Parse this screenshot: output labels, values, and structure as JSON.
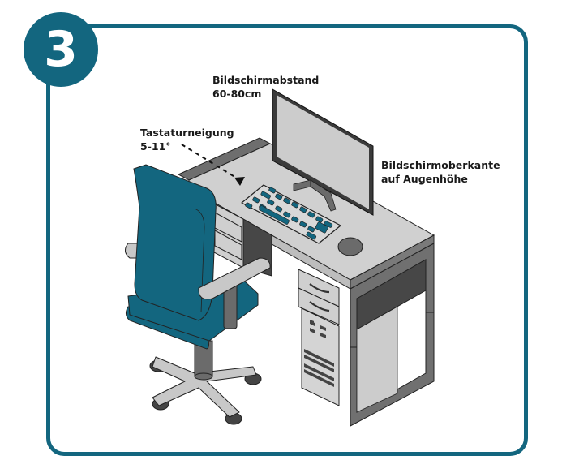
{
  "badge": {
    "number": "3"
  },
  "labels": {
    "screen_distance": {
      "line1": "Bildschirmabstand",
      "line2": "60-80cm"
    },
    "keyboard_tilt": {
      "line1": "Tastaturneigung",
      "line2": "5-11°"
    },
    "screen_top": {
      "line1": "Bildschirmoberkante",
      "line2": "auf Augenhöhe"
    }
  },
  "colors": {
    "accent": "#13667f",
    "desk_top": "#cfcfcf",
    "desk_edge": "#6e6e6e",
    "dark_panel": "#474747",
    "monitor_frame": "#3a3a3a",
    "monitor_screen": "#cccccc",
    "chair": "#13667f",
    "chair_base": "#c8c8c8",
    "keys": "#13667f"
  }
}
